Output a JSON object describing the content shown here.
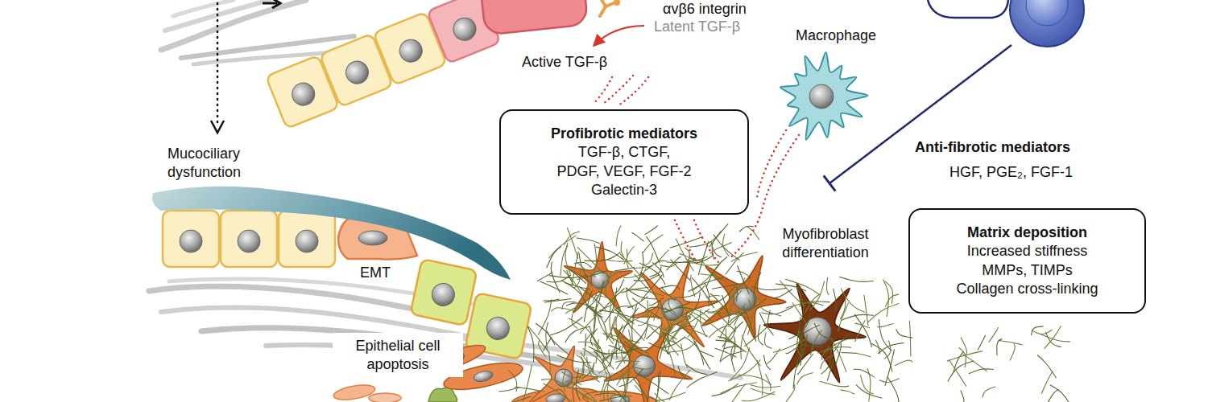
{
  "diagram": {
    "nodes": [
      {
        "text": [
          "Profibrotic mediators",
          "TGF-β, CTGF,",
          "PDGF, VEGF, FGF-2",
          "Galectin-3"
        ]
      },
      {
        "text": [
          "Matrix deposition",
          "Increased stiffness",
          "MMPs, TIMPs",
          "Collagen cross-linking"
        ]
      }
    ],
    "labels": [
      "αvβ6 integrin",
      "Latent TGF-β",
      "Active TGF-β",
      "Macrophage",
      "Mucociliary dysfunction",
      "EMT",
      "Epithelial cell apoptosis",
      "Myofibroblast differentiation",
      "Anti-fibrotic mediators",
      "HGF, PGE₂, FGF-1"
    ]
  }
}
